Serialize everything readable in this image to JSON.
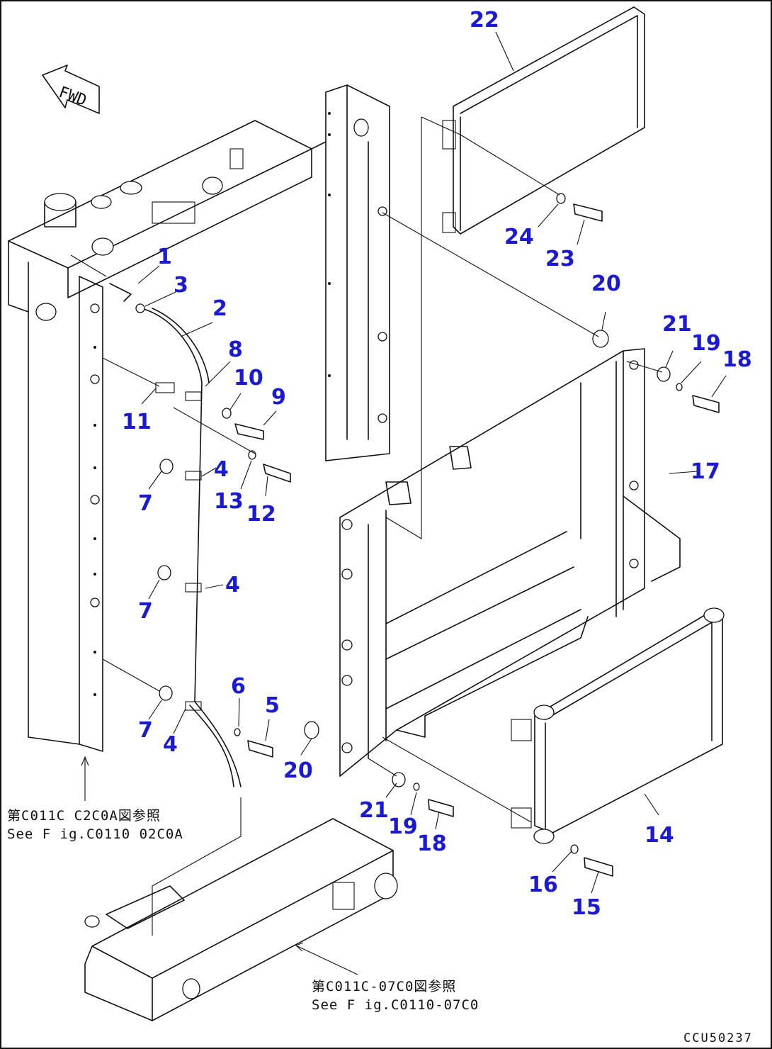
{
  "diagram": {
    "orientation_label": "FWD",
    "callouts": [
      {
        "id": "c1",
        "text": "1"
      },
      {
        "id": "c2",
        "text": "2"
      },
      {
        "id": "c3",
        "text": "3"
      },
      {
        "id": "c4a",
        "text": "4"
      },
      {
        "id": "c4b",
        "text": "4"
      },
      {
        "id": "c4c",
        "text": "4"
      },
      {
        "id": "c5",
        "text": "5"
      },
      {
        "id": "c6",
        "text": "6"
      },
      {
        "id": "c7a",
        "text": "7"
      },
      {
        "id": "c7b",
        "text": "7"
      },
      {
        "id": "c7c",
        "text": "7"
      },
      {
        "id": "c8",
        "text": "8"
      },
      {
        "id": "c9",
        "text": "9"
      },
      {
        "id": "c10",
        "text": "10"
      },
      {
        "id": "c11",
        "text": "11"
      },
      {
        "id": "c12",
        "text": "12"
      },
      {
        "id": "c13",
        "text": "13"
      },
      {
        "id": "c14",
        "text": "14"
      },
      {
        "id": "c15",
        "text": "15"
      },
      {
        "id": "c16",
        "text": "16"
      },
      {
        "id": "c17",
        "text": "17"
      },
      {
        "id": "c18a",
        "text": "18"
      },
      {
        "id": "c18b",
        "text": "18"
      },
      {
        "id": "c19a",
        "text": "19"
      },
      {
        "id": "c19b",
        "text": "19"
      },
      {
        "id": "c20a",
        "text": "20"
      },
      {
        "id": "c20b",
        "text": "20"
      },
      {
        "id": "c21a",
        "text": "21"
      },
      {
        "id": "c21b",
        "text": "21"
      },
      {
        "id": "c22",
        "text": "22"
      },
      {
        "id": "c23",
        "text": "23"
      },
      {
        "id": "c24",
        "text": "24"
      }
    ],
    "reference_notes": [
      {
        "line1": "第C011C C2C0A図参照",
        "line2": "See F ig.C0110 02C0A"
      },
      {
        "line1": "第C011C-07C0図参照",
        "line2": "See F ig.C0110-07C0"
      }
    ],
    "document_id": "CCU50237"
  },
  "colors": {
    "callout": "#1a1ad6",
    "line": "#111111",
    "background": "#ffffff"
  }
}
